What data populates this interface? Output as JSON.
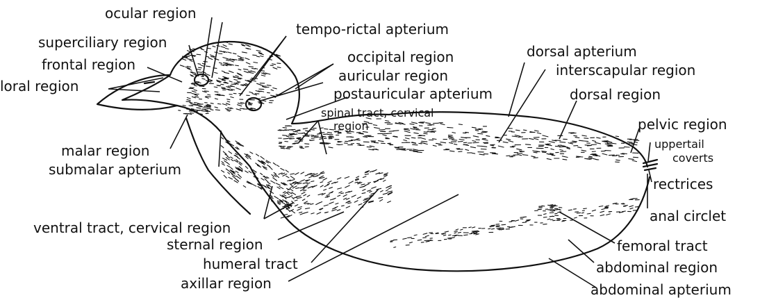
{
  "labels": {
    "ocular": "ocular region",
    "superciliary": "superciliary region",
    "frontal": "frontal region",
    "loral": "loral region",
    "tempo_rictal": "tempo-rictal apterium",
    "occipital": "occipital region",
    "auricular": "auricular region",
    "postauricular": "postauricular apterium",
    "spinal_1": "spinal tract, cervical",
    "spinal_2": "region",
    "malar": "malar region",
    "submalar": "submalar apterium",
    "dorsal_apterium": "dorsal apterium",
    "interscapular": "interscapular region",
    "dorsal_region": "dorsal region",
    "pelvic": "pelvic region",
    "uppertail_1": "uppertail",
    "uppertail_2": "coverts",
    "rectrices": "rectrices",
    "anal": "anal circlet",
    "ventral": "ventral tract, cervical region",
    "sternal": "sternal region",
    "humeral": "humeral tract",
    "axillar": "axillar region",
    "femoral": "femoral tract",
    "abdominal_region": "abdominal region",
    "abdominal_apterium": "abdominal apterium"
  }
}
